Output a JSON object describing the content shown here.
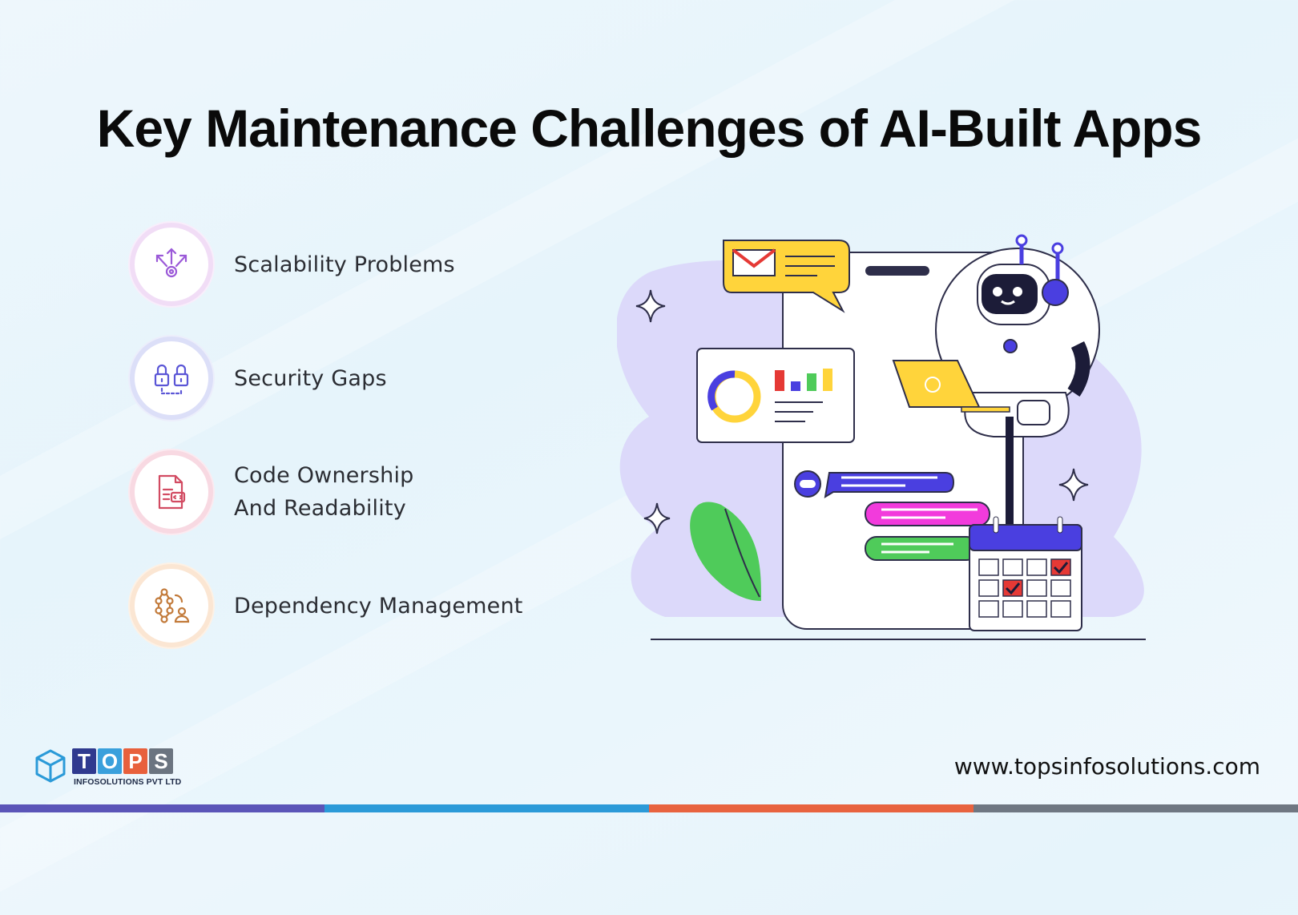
{
  "title": "Key Maintenance Challenges of AI-Built Apps",
  "challenges": [
    {
      "label": "Scalability Problems",
      "icon": "scalability-gear-icon",
      "color": "#9b59d8"
    },
    {
      "label": "Security Gaps",
      "icon": "padlocks-icon",
      "color": "#5a55d6"
    },
    {
      "label": "Code Ownership\nAnd Readability",
      "icon": "code-document-icon",
      "color": "#d24b62"
    },
    {
      "label": "Dependency Management",
      "icon": "dependency-people-icon",
      "color": "#c27a3a"
    }
  ],
  "logo": {
    "letters": [
      "T",
      "O",
      "P",
      "S"
    ],
    "letter_colors": [
      "#2f3a8f",
      "#3aa0dc",
      "#e8603c",
      "#6b7480"
    ],
    "subtitle": "INFOSOLUTIONS PVT LTD"
  },
  "website": "www.topsinfosolutions.com",
  "brand_colors": [
    "#5b55b8",
    "#2b9ad8",
    "#e8633f",
    "#6f7782"
  ]
}
